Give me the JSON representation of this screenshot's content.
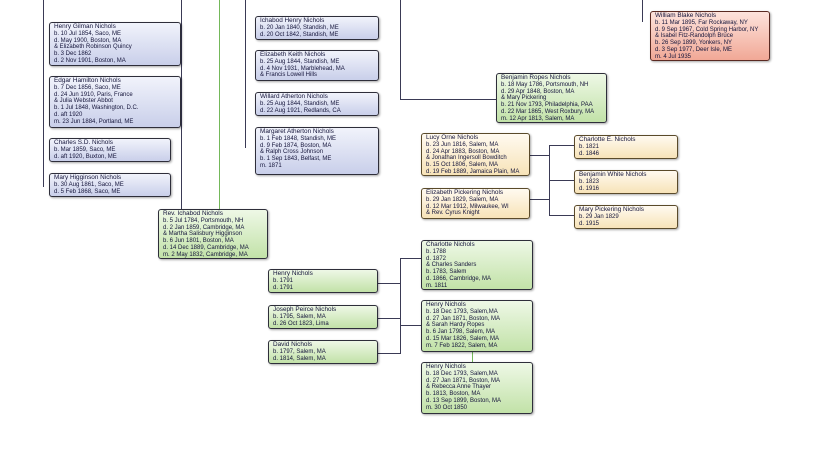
{
  "colors": {
    "blue_box": "#d6dbef",
    "green_box": "#cfe8b8",
    "yellow_box": "#fbecc9",
    "red_box": "#f4b6a6",
    "line_dark": "#3a3a55",
    "line_green": "#74b85a"
  },
  "people": [
    {
      "id": "henry-gilman-nichols",
      "name": "Henry Gilman Nichols",
      "color": "blue",
      "lines": [
        "b. 10 Jul 1854, Saco, ME",
        "d. May 1900, Boston, MA",
        "& Elizabeth Robinson Quincy",
        "b. 3 Dec 1862",
        "d. 2 Nov 1901, Boston, MA"
      ]
    },
    {
      "id": "edgar-hamilton-nichols",
      "name": "Edgar Hamilton Nichols",
      "color": "blue",
      "lines": [
        "b. 7 Dec 1856, Saco, ME",
        "d. 24 Jun 1910, Paris, France",
        "& Julia Webster Abbot",
        "b. 1 Jul 1848, Washington, D.C.",
        "d. aft 1920",
        "m. 23 Jun 1884, Portland, ME"
      ]
    },
    {
      "id": "charles-sd-nichols",
      "name": "Charles S.D. Nichols",
      "color": "blue",
      "lines": [
        "b. Mar 1859, Saco, ME",
        "d. aft 1920, Buxton, ME"
      ]
    },
    {
      "id": "mary-higginson-nichols",
      "name": "Mary Higginson Nichols",
      "color": "blue",
      "lines": [
        "b. 30 Aug 1861, Saco, ME",
        "d. 5 Feb 1868, Saco, ME"
      ]
    },
    {
      "id": "ichabod-henry-nichols",
      "name": "Ichabod Henry Nichols",
      "color": "blue",
      "lines": [
        "b. 20 Jan 1840, Standish, ME",
        "d. 20 Oct 1842, Standish, ME"
      ]
    },
    {
      "id": "elizabeth-keith-nichols",
      "name": "Elizabeth Keith Nichols",
      "color": "blue",
      "lines": [
        "b. 25 Aug 1844, Standish, ME",
        "d. 4 Nov 1931, Marblehead, MA",
        "& Francis Lowell Hills"
      ]
    },
    {
      "id": "willard-atherton-nichols",
      "name": "Willard Atherton Nichols",
      "color": "blue",
      "lines": [
        "b. 25 Aug 1844, Standish, ME",
        "d. 22 Aug 1921, Redlands, CA"
      ]
    },
    {
      "id": "margaret-atherton-nichols",
      "name": "Margaret Atherton Nichols",
      "color": "blue",
      "lines": [
        "b. 1 Feb 1848, Standish, ME",
        "d. 9 Feb 1874, Boston, MA",
        "& Ralph Cross Johnson",
        "b. 1 Sep 1843, Belfast, ME",
        "m. 1871"
      ]
    },
    {
      "id": "william-blake-nichols",
      "name": "William Blake Nichols",
      "color": "red",
      "lines": [
        "b. 11 Mar 1895, Far Rockaway, NY",
        "d. 9 Sep 1967, Cold Spring Harbor, NY",
        "& Isabel Fitz-Randolph Bruce",
        "b. 26 Sep 1899, Yonkers, NY",
        "d. 3 Sep 1977, Deer Isle, ME",
        "m. 4 Jul 1935"
      ]
    },
    {
      "id": "benjamin-ropes-nichols",
      "name": "Benjamin Ropes Nichols",
      "color": "green",
      "lines": [
        "b. 18 May 1786, Portsmouth, NH",
        "d. 29 Apr 1848, Boston, MA",
        "& Mary Pickering",
        "b. 21 Nov 1793, Philadelphia, PAA",
        "d. 22 Mar 1865, West Roxbury, MA",
        "m. 12 Apr 1813, Salem, MA"
      ]
    },
    {
      "id": "lucy-orne-nichols",
      "name": "Lucy Orne Nichols",
      "color": "yellow",
      "lines": [
        "b. 23 Jun 1816, Salem, MA",
        "d. 24 Apr 1883, Boston, MA",
        "& Jonathan Ingersoll Bowditch",
        "b. 15 Oct 1806, Salem, MA",
        "d. 19 Feb 1889, Jamaica Plain, MA"
      ]
    },
    {
      "id": "elizabeth-pickering-nichols",
      "name": "Elizabeth Pickering Nichols",
      "color": "yellow",
      "lines": [
        "b. 29 Jan 1829, Salem, MA",
        "d. 12 Mar 1912, Milwaukee, WI",
        "& Rev. Cyrus Knight"
      ]
    },
    {
      "id": "charlotte-e-nichols",
      "name": "Charlotte E. Nichols",
      "color": "yellow",
      "lines": [
        "b. 1821",
        "d. 1846"
      ]
    },
    {
      "id": "benjamin-white-nichols",
      "name": "Benjamin White Nichols",
      "color": "yellow",
      "lines": [
        "b. 1823",
        "d. 1916"
      ]
    },
    {
      "id": "mary-pickering-nichols",
      "name": "Mary Pickering Nichols",
      "color": "yellow",
      "lines": [
        "b. 29 Jan 1829",
        "d. 1915"
      ]
    },
    {
      "id": "rev-ichabod-nichols",
      "name": "Rev. Ichabod Nichols",
      "color": "green",
      "lines": [
        "b. 5 Jul 1784, Portsmouth, NH",
        "d. 2 Jan 1859, Cambridge, MA",
        "& Martha Salisbury Higginson",
        "b. 6 Jun 1801, Boston, MA",
        "d. 14 Dec 1889, Cambridge, MA",
        "m. 2 May 1832, Cambridge, MA"
      ]
    },
    {
      "id": "henry-nichols-1791",
      "name": "Henry Nichols",
      "color": "green",
      "lines": [
        "b. 1791",
        "d. 1791"
      ]
    },
    {
      "id": "joseph-peirce-nichols",
      "name": "Joseph Peirce Nichols",
      "color": "green",
      "lines": [
        "b. 1795, Salem, MA",
        "d. 26 Oct 1823, Lima"
      ]
    },
    {
      "id": "david-nichols",
      "name": "David Nichols",
      "color": "green",
      "lines": [
        "b. 1797, Salem, MA",
        "d. 1814, Salem, MA"
      ]
    },
    {
      "id": "charlotte-nichols",
      "name": "Charlotte Nichols",
      "color": "green",
      "lines": [
        "b. 1788",
        "d. 1872",
        "& Charles Sanders",
        "b. 1783, Salem",
        "d. 1866, Cambridge, MA",
        "m. 1811"
      ]
    },
    {
      "id": "henry-nichols-ropes",
      "name": "Henry Nichols",
      "color": "green",
      "lines": [
        "b. 18 Dec 1793, Salem,MA",
        "d. 27 Jan 1871, Boston, MA",
        "& Sarah Hardy Ropes",
        "b. 6 Jan 1798, Salem, MA",
        "d. 15 Mar 1826, Salem, MA",
        "m. 7 Feb 1822, Salem, MA"
      ]
    },
    {
      "id": "henry-nichols-thayer",
      "name": "Henry Nichols",
      "color": "green",
      "lines": [
        "b. 18 Dec 1793, Salem,MA",
        "d. 27 Jan 1871, Boston, MA",
        "& Rebecca Anne Thayer",
        "b. 1813, Boston, MA",
        "d. 13 Sep 1899, Boston, MA",
        "m. 30 Oct 1850"
      ]
    }
  ]
}
